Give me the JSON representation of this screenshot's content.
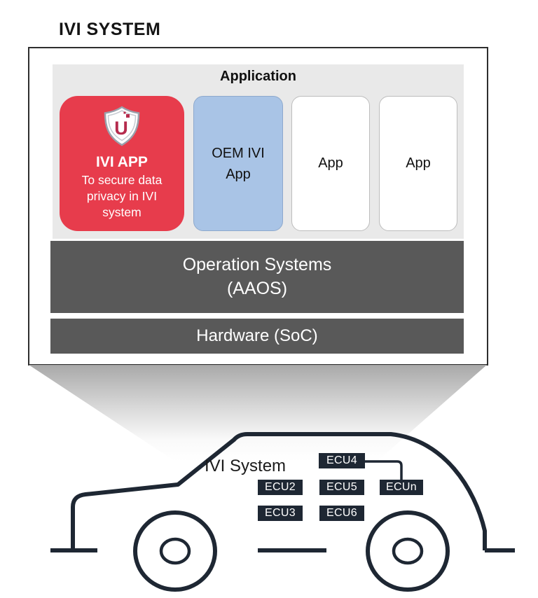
{
  "title": "IVI SYSTEM",
  "stack": {
    "application_label": "Application",
    "apps": {
      "ivi_app": {
        "name": "IVI APP",
        "description": "To secure data privacy in IVI system",
        "icon": "security-shield-with-U"
      },
      "oem_app": {
        "label": "OEM IVI App"
      },
      "app3": {
        "label": "App"
      },
      "app4": {
        "label": "App"
      }
    },
    "os_layer": {
      "line1": "Operation Systems",
      "line2": "(AAOS)"
    },
    "hardware_layer": {
      "label": "Hardware (SoC)"
    }
  },
  "car": {
    "label": "IVI System",
    "ecus": [
      "ECU4",
      "ECU2",
      "ECU5",
      "ECUn",
      "ECU3",
      "ECU6"
    ]
  },
  "colors": {
    "ivi_app_red": "#e73c4c",
    "shield_accent": "#b52b4d",
    "oem_app_blue": "#a9c4e6",
    "panel_gray": "#e9e9e9",
    "layer_gray": "#595959",
    "car_ink": "#1e2733"
  }
}
